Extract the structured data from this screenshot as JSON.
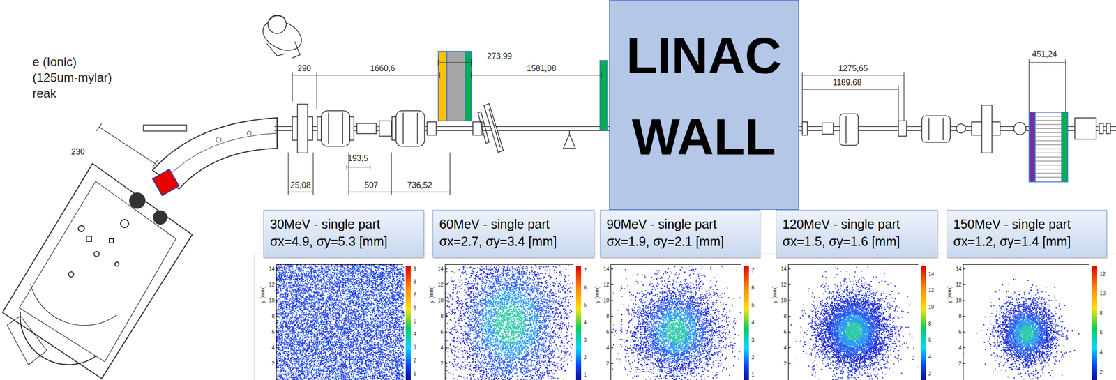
{
  "diagram": {
    "nodes": [
      {
        "text": [
          "LINAC WALL"
        ]
      },
      {
        "text": [
          "30MeV - single part",
          "σx=4.9, σy=5.3 [mm]"
        ]
      },
      {
        "text": [
          "60MeV - single part",
          "σx=2.7, σy=3.4 [mm]"
        ]
      },
      {
        "text": [
          "90MeV - single part",
          "σx=1.9, σy=2.1 [mm]"
        ]
      },
      {
        "text": [
          "120MeV - single part",
          "σx=1.5, σy=1.6 [mm]"
        ]
      },
      {
        "text": [
          "150MeV - single part",
          "σx=1.2, σy=1.4 [mm]"
        ]
      }
    ],
    "labels": [
      "e (Ionic)",
      "(125um-mylar)",
      "reak",
      "230",
      "290",
      "1660,6",
      "273,99",
      "1581,08",
      "193,5",
      "25,08",
      "507",
      "736,52",
      "1275,65",
      "1189,68",
      "451,24",
      "y [mm]",
      "14",
      "12",
      "10",
      "8",
      "6",
      "4",
      "2",
      "9",
      "8",
      "7",
      "6",
      "5",
      "4",
      "3",
      "2",
      "1",
      "y [mm]",
      "14",
      "12",
      "10",
      "8",
      "6",
      "4",
      "2",
      "7",
      "6",
      "5",
      "4",
      "3",
      "2",
      "1",
      "y [mm]",
      "14",
      "12",
      "10",
      "8",
      "6",
      "4",
      "2",
      "7",
      "6",
      "5",
      "4",
      "3",
      "2",
      "1",
      "y [mm]",
      "14",
      "12",
      "10",
      "8",
      "6",
      "4",
      "2",
      "14",
      "12",
      "10",
      "8",
      "6",
      "4",
      "2",
      "y [mm]",
      "14",
      "12",
      "10",
      "8",
      "6",
      "4",
      "2",
      "12",
      "10",
      "8",
      "6",
      "4",
      "2"
    ]
  }
}
